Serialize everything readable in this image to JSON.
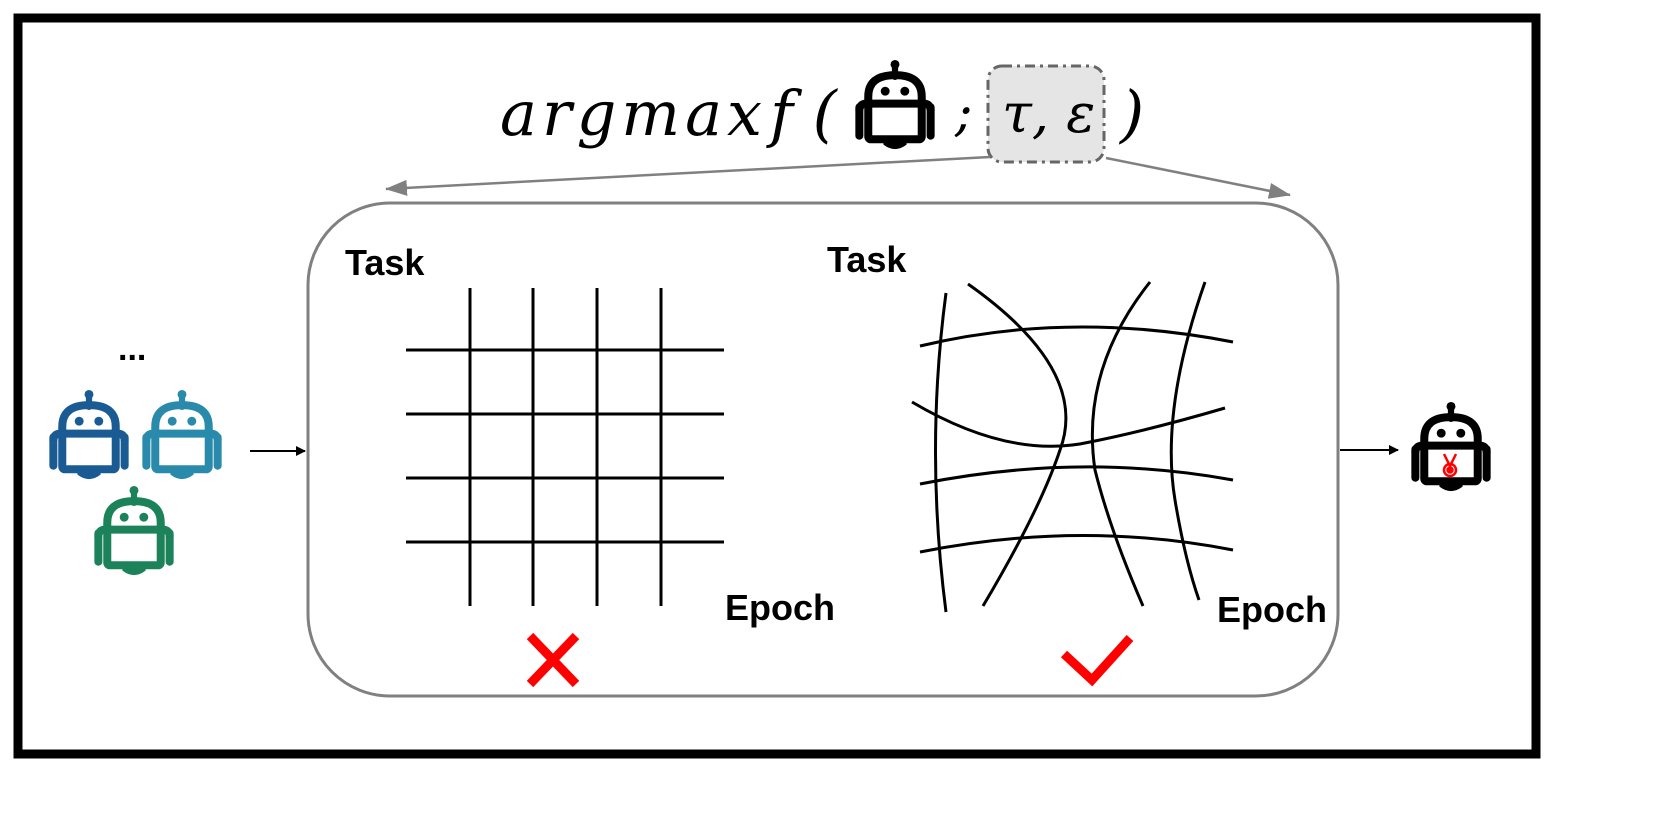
{
  "formula": {
    "argmax": "argmax",
    "func_open": "f (",
    "separator": ";",
    "params": "τ, ε",
    "close": ")"
  },
  "panel": {
    "left": {
      "y_label": "Task",
      "x_label": "Epoch",
      "verdict_icon": "cross-icon"
    },
    "right": {
      "y_label": "Task",
      "x_label": "Epoch",
      "verdict_icon": "check-icon"
    }
  },
  "candidates": {
    "ellipsis": "...",
    "robots": [
      {
        "name": "robot-dark-blue",
        "color": "#1b5b94"
      },
      {
        "name": "robot-teal",
        "color": "#2a8aab"
      },
      {
        "name": "robot-green",
        "color": "#1b8259"
      }
    ]
  },
  "output": {
    "robot_color": "#000000",
    "medal_color": "#ff0000"
  },
  "colors": {
    "border": "#000000",
    "panel_stroke": "#808080",
    "param_box_fill": "#e5e5e5",
    "cross": "#ff0000",
    "check": "#ff0000"
  }
}
